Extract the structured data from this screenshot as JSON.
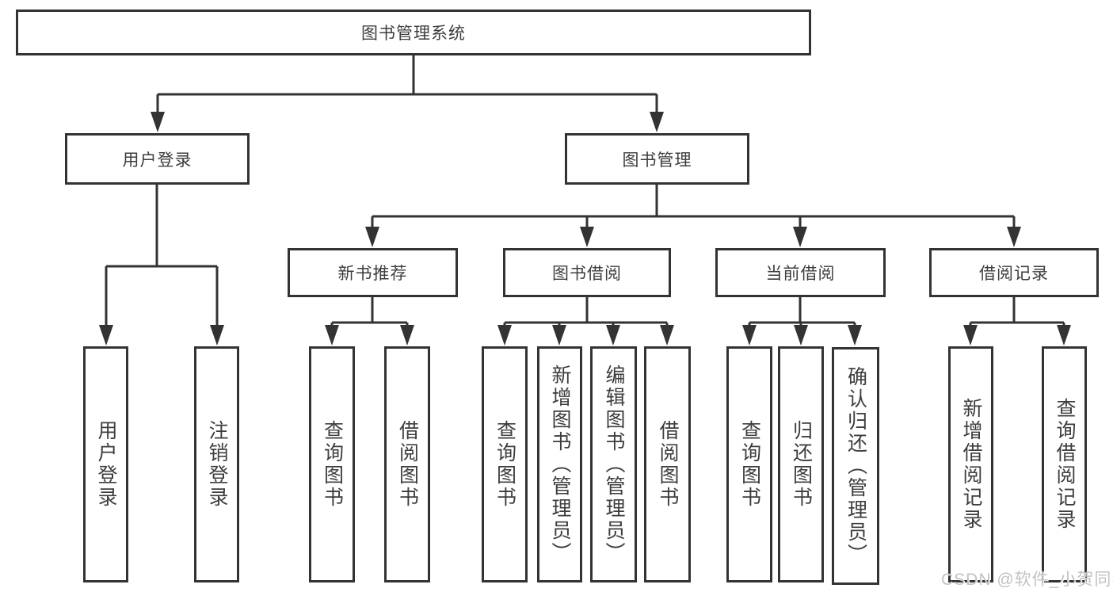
{
  "diagram": {
    "title": "图书管理系统",
    "level2": {
      "user_login": "用户登录",
      "book_mgmt": "图书管理"
    },
    "level3": {
      "new_book": "新书推荐",
      "borrow": "图书借阅",
      "current": "当前借阅",
      "records": "借阅记录"
    },
    "leaves": {
      "login": "用户登录",
      "logout": "注销登录",
      "nb_query": "查询图书",
      "nb_borrow": "借阅图书",
      "bb_query": "查询图书",
      "bb_add": "新增图书（管理员）",
      "bb_edit": "编辑图书（管理员）",
      "bb_borrow": "借阅图书",
      "cb_query": "查询图书",
      "cb_return": "归还图书",
      "cb_confirm": "确认归还（管理员）",
      "rec_add": "新增借阅记录",
      "rec_query": "查询借阅记录"
    }
  },
  "watermark": "CSDN @软件_小贺同学",
  "colors": {
    "line": "#333333",
    "text": "#3d3d3d",
    "background": "#ffffff",
    "watermark": "#c2c2c2"
  }
}
